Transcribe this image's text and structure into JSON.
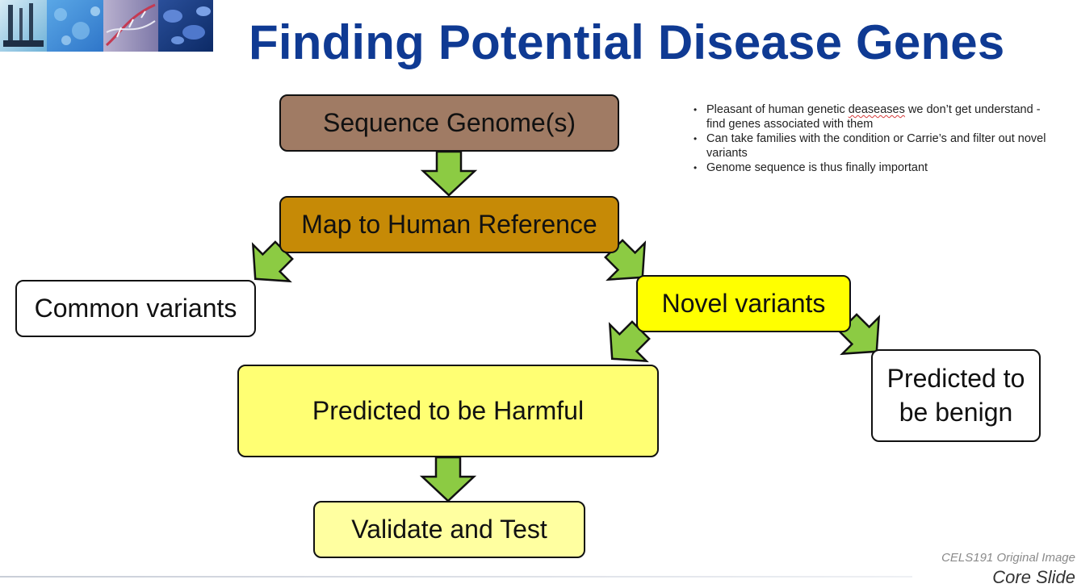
{
  "slide": {
    "title": "Finding Potential Disease Genes",
    "credit": "CELS191 Original Image",
    "tag": "Core Slide"
  },
  "notes": [
    {
      "parts": [
        "Pleasant of human genetic ",
        "deaseases",
        " we don’t get understand - find genes associated with them"
      ]
    },
    {
      "text": "Can take families with the condition or Carrie’s and filter out novel variants"
    },
    {
      "text": "Genome sequence is thus finally important"
    }
  ],
  "nodes": {
    "sequence": "Sequence Genome(s)",
    "map": "Map to Human Reference",
    "common": "Common variants",
    "novel": "Novel variants",
    "harmful": "Predicted to be Harmful",
    "benign_line1": "Predicted to",
    "benign_line2": "be benign",
    "validate": "Validate and Test"
  },
  "edges": [
    {
      "from": "sequence",
      "to": "map"
    },
    {
      "from": "map",
      "to": "common"
    },
    {
      "from": "map",
      "to": "novel"
    },
    {
      "from": "novel",
      "to": "harmful"
    },
    {
      "from": "novel",
      "to": "benign"
    },
    {
      "from": "harmful",
      "to": "validate"
    }
  ],
  "colors": {
    "title": "#0f3a93",
    "sequence_fill": "#a07b64",
    "map_fill": "#c68a06",
    "novel_fill": "#ffff00",
    "harmful_fill": "#ffff73",
    "validate_fill": "#ffffa0",
    "arrow_fill": "#8ccb43",
    "border": "#111111"
  }
}
